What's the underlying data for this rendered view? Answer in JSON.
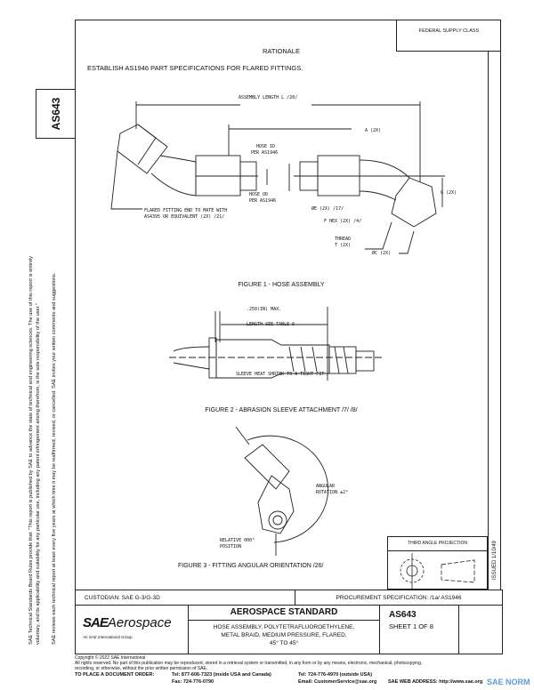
{
  "header": {
    "federal_supply_class": "FEDERAL SUPPLY CLASS",
    "doc_tab": "AS643",
    "rationale_heading": "RATIONALE",
    "rationale_text": "ESTABLISH AS1946 PART SPECIFICATIONS FOR FLARED FITTINGS."
  },
  "side_notes": {
    "line1": "SAE Technical Standards Board Rules provide that: \"This report is published by SAE to advance the state of technical and engineering sciences. The use of this report is entirely",
    "line2": "voluntary, and its applicability and suitability for any particular use, including any patent infringement arising therefrom, is the sole responsibility of the user.\"",
    "line3": "SAE reviews each technical report at least every five years at which time it may be reaffirmed, revised, or cancelled. SAE invites your written comments and suggestions."
  },
  "figure1": {
    "caption": "FIGURE 1 - HOSE ASSEMBLY",
    "labels": {
      "assembly_length": "ASSEMBLY LENGTH L /20/",
      "a": "A (2X)",
      "hose_id": "HOSE ID",
      "hose_id_per": "PER AS1946",
      "hose_od": "HOSE OD",
      "hose_od_per": "PER AS1946",
      "e": "ØE (2X) /17/",
      "g": "G (2X)",
      "f_hex": "F HEX (2X) /4/",
      "thread": "THREAD",
      "thread_t": "T (2X)",
      "c": "ØC (2X)",
      "flared1": "FLARED FITTING END TO MATE WITH",
      "flared2": "AS4395 OR EQUIVALENT (2X) /21/"
    }
  },
  "figure2": {
    "caption": "FIGURE 2 - ABRASION SLEEVE ATTACHMENT /7/ /8/",
    "labels": {
      "max": ".250(IN) MAX.",
      "length": "LENGTH-SEE TABLE 6",
      "sleeve": "SLEEVE HEAT SHRINK TO A TIGHT FIT"
    }
  },
  "figure3": {
    "caption": "FIGURE 3 - FITTING ANGULAR ORIENTATION /26/",
    "labels": {
      "angular1": "ANGULAR",
      "angular2": "ROTATION ±2°",
      "relative1": "RELATIVE 000°",
      "relative2": "POSITION"
    }
  },
  "issued": "ISSUED 1/10/49",
  "third_angle": "THIRD ANGLE PROJECTION",
  "title_block": {
    "custodian": "CUSTODIAN: SAE G-3/G-3D",
    "procurement": "PROCUREMENT SPECIFICATION: /1a/ AS1946",
    "logo_sae": "SAE",
    "logo_aerospace": "Aerospace",
    "logo_sub": "An SAE International Group",
    "standard": "AEROSPACE STANDARD",
    "title1": "HOSE ASSEMBLY, POLYTETRAFLUOROETHYLENE,",
    "title2": "METAL BRAID, MEDIUM PRESSURE, FLARED,",
    "title3": "45° TO 45°",
    "doc_number": "AS643",
    "sheet": "SHEET 1 OF 8"
  },
  "footer": {
    "copyright": "Copyright © 2022 SAE International",
    "rights1": "All rights reserved. No part of this publication may be reproduced, stored in a retrieval system or transmitted, in any form or by any means, electronic, mechanical, photocopying,",
    "rights2": "recording, or otherwise, without the prior written permission of SAE.",
    "order_label": "TO PLACE A DOCUMENT ORDER:",
    "tel_us": "Tel: 877-606-7323 (inside USA and Canada)",
    "tel_intl": "Tel: 724-776-4970 (outside USA)",
    "fax": "Fax: 724-776-0790",
    "email": "Email: CustomerService@sae.org",
    "web": "SAE WEB ADDRESS: http://www.sae.org",
    "watermark": "SAE NORM"
  }
}
